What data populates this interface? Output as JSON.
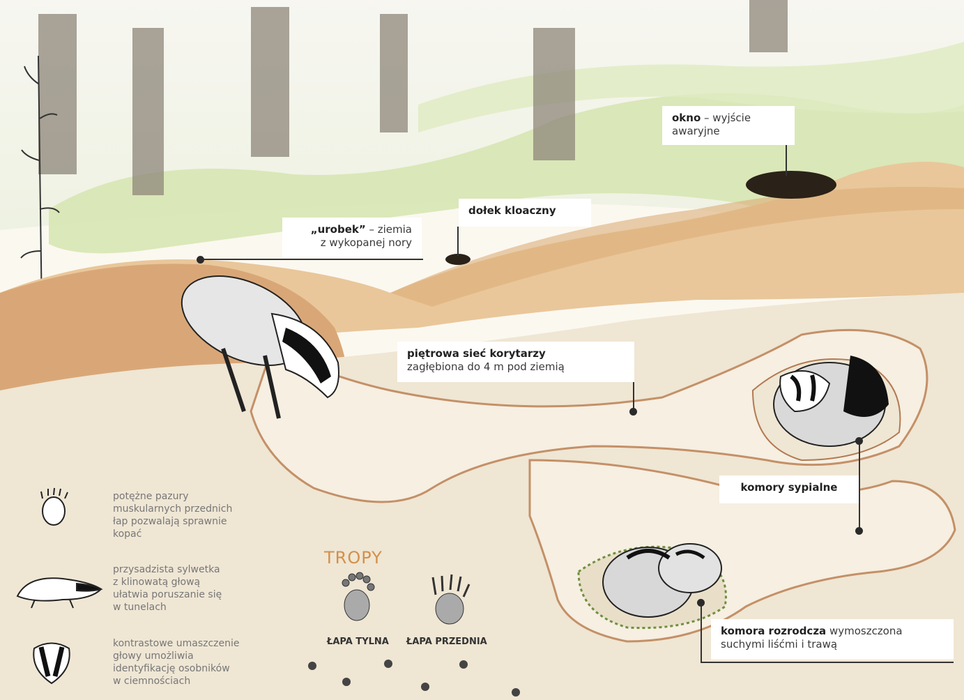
{
  "labels": {
    "okno": {
      "bold": "okno",
      "rest_line1": " – wyjście",
      "line2": "awaryjne"
    },
    "dolek": {
      "bold": "dołek kloaczny"
    },
    "urobek": {
      "bold": "„urobek”",
      "rest_line1": " – ziemia",
      "line2": "z wykopanej nory"
    },
    "siec": {
      "bold": "piętrowa sieć korytarzy",
      "line2": "zagłębiona do 4 m pod ziemią"
    },
    "komory": {
      "bold": "komory sypialne"
    },
    "rozrodcza": {
      "bold": "komora rozrodcza",
      "rest_line1": " wymoszczona",
      "line2": "suchymi liśćmi i trawą"
    }
  },
  "legend": [
    {
      "icon": "claw-paw-icon",
      "lines": [
        "potężne pazury",
        "muskularnych przednich",
        "łap pozwalają sprawnie",
        "kopać"
      ]
    },
    {
      "icon": "badger-silhouette-icon",
      "lines": [
        "przysadzista sylwetka",
        "z klinowatą głową",
        "ułatwia poruszanie się",
        "w tunelach"
      ]
    },
    {
      "icon": "badger-face-icon",
      "lines": [
        "kontrastowe umaszczenie",
        "głowy umożliwia",
        "identyfikację osobników",
        "w ciemnościach"
      ]
    }
  ],
  "tracks": {
    "title": "TROPY",
    "hind": "ŁAPA TYLNA",
    "front": "ŁAPA PRZEDNIA"
  },
  "colors": {
    "grass": "#d7e6b3",
    "soil": "#e9c79a",
    "soil_dark": "#d9a777",
    "tunnel": "#f3ebdd",
    "accent": "#d3904a"
  }
}
